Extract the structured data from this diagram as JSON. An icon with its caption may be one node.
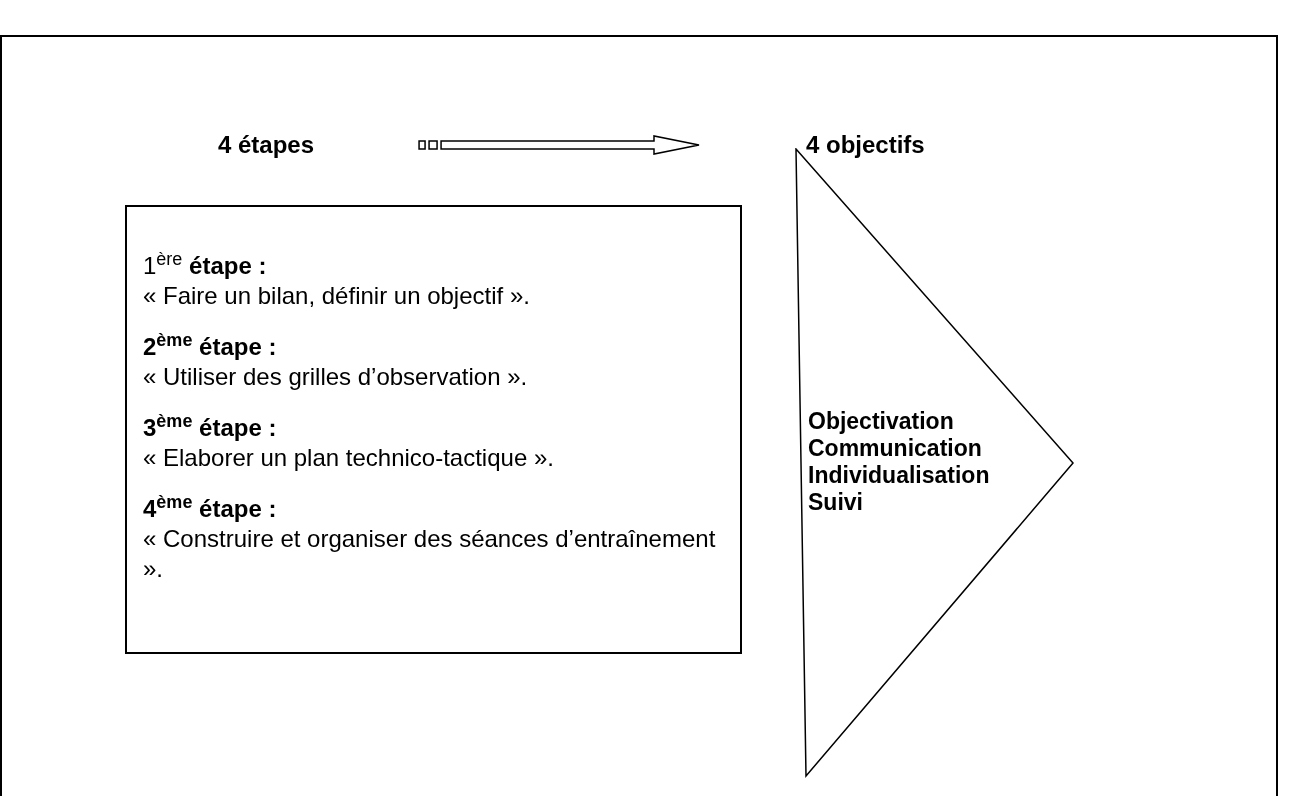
{
  "diagram": {
    "nodes": [
      {
        "text": [
          "4 étapes"
        ]
      },
      {
        "text": [
          "4 objectifs"
        ]
      },
      {
        "text": [
          "1$^{ère}$ **étape :**",
          "« Faire un bilan, définir un objectif ».",
          "**2$^{ème}$ étape :**",
          "« Utiliser des grilles d’observation ».",
          "**3$^{ème}$ étape :**",
          "« Elaborer un plan technico-tactique ».",
          "**4$^{ème}$ étape :**",
          "« Construire et organiser des séances d’entraînement »."
        ]
      },
      {
        "text": [
          "Objectivation",
          "Communication",
          "Individualisation",
          "Suivi"
        ]
      }
    ],
    "edges": [
      {
        "from": 0,
        "to": 1,
        "arrow": "to"
      }
    ]
  }
}
